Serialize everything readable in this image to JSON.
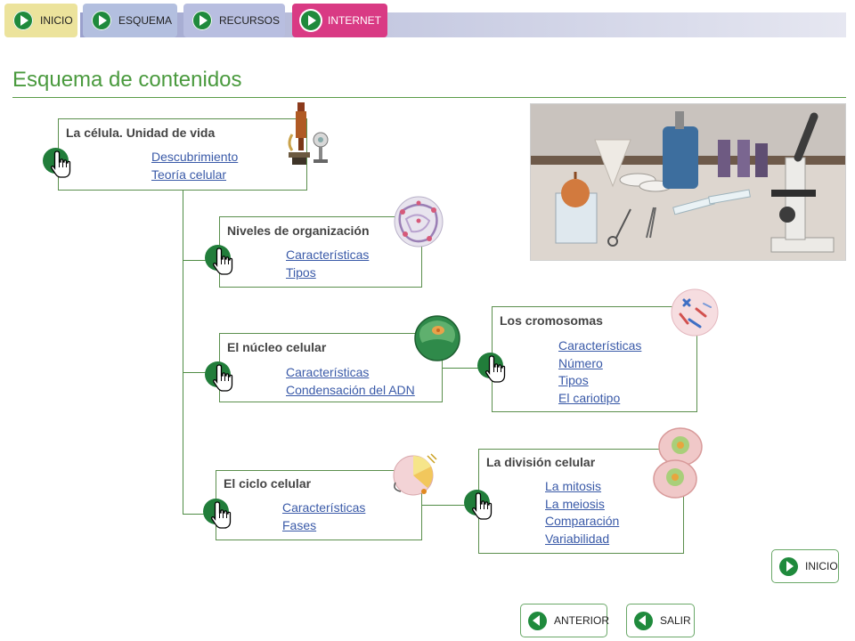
{
  "nav": {
    "inicio": "INICIO",
    "esquema": "ESQUEMA",
    "recursos": "RECURSOS",
    "internet": "INTERNET"
  },
  "page_title": "Esquema de contenidos",
  "boxes": {
    "celula": {
      "title": "La célula. Unidad de vida",
      "links": [
        "Descubrimiento",
        "Teoría celular"
      ]
    },
    "niveles": {
      "title": "Niveles de organización",
      "links": [
        "Características",
        "Tipos"
      ]
    },
    "nucleo": {
      "title": "El núcleo celular",
      "links": [
        "Características",
        "Condensación del ADN"
      ]
    },
    "cromosomas": {
      "title": "Los cromosomas",
      "links": [
        "Características",
        "Número",
        "Tipos",
        "El cariotipo"
      ]
    },
    "ciclo": {
      "title": "El ciclo celular",
      "links": [
        "Características",
        "Fases"
      ]
    },
    "division": {
      "title": "La división celular",
      "links": [
        "La mitosis",
        "La meiosis",
        "Comparación",
        "Variabilidad"
      ]
    }
  },
  "bottom": {
    "inicio": "INICIO",
    "anterior": "ANTERIOR",
    "salir": "SALIR"
  },
  "colors": {
    "accent_green": "#217d3a",
    "title_green": "#4a9a3e",
    "link_blue": "#3a5aa8",
    "internet_pink": "#d93a84",
    "inicio_yellow": "#ece39c"
  }
}
